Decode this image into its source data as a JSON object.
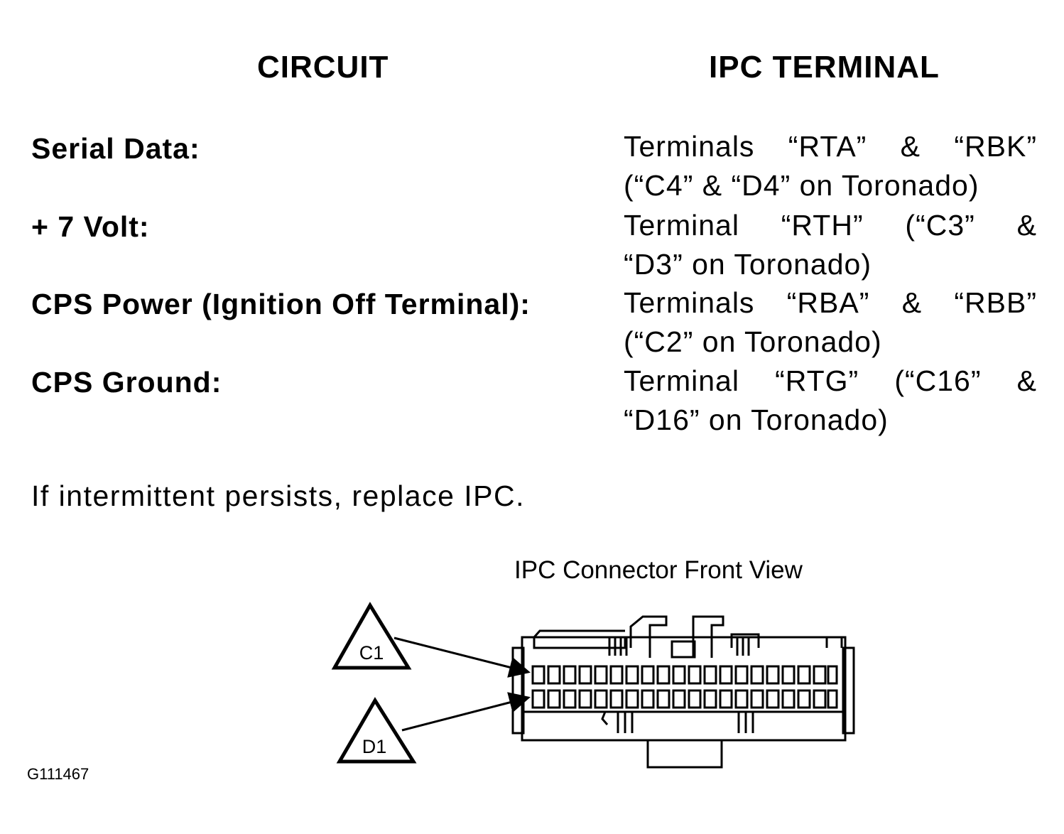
{
  "headers": {
    "circuit": "CIRCUIT",
    "ipc_terminal": "IPC TERMINAL"
  },
  "rows": [
    {
      "circuit": "Serial Data:",
      "terminal_lines": [
        "Terminals “RTA” & “RBK”",
        "(“C4” & “D4” on Toronado)"
      ]
    },
    {
      "circuit": "+ 7 Volt:",
      "terminal_lines": [
        "Terminal “RTH” (“C3” &",
        "“D3” on Toronado)"
      ]
    },
    {
      "circuit": "CPS Power (Ignition Off Terminal):",
      "terminal_lines": [
        "Terminals “RBA” & “RBB”",
        "(“C2” on Toronado)"
      ]
    },
    {
      "circuit": "CPS Ground:",
      "terminal_lines": [
        "Terminal “RTG” (“C16” &",
        "“D16” on Toronado)"
      ]
    }
  ],
  "note": "If intermittent persists, replace IPC.",
  "figure": {
    "caption": "IPC Connector Front View",
    "callouts": [
      "C1",
      "D1"
    ]
  },
  "figure_id": "G111467"
}
